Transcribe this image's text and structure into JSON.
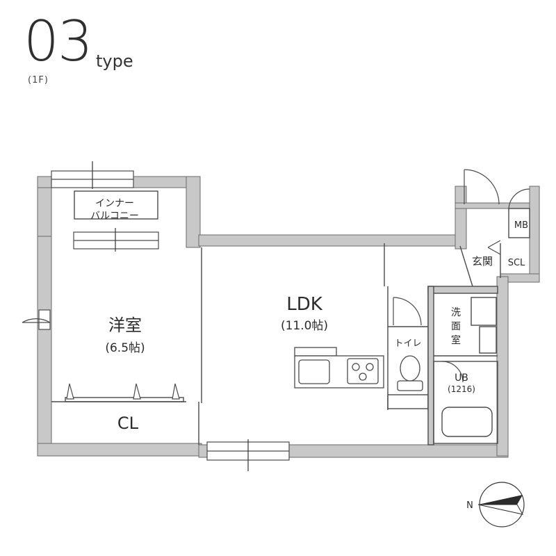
{
  "header": {
    "type_number": "03",
    "type_word": "type",
    "floor": "(1F)"
  },
  "rooms": {
    "inner_balcony_line1": "インナー",
    "inner_balcony_line2": "バルコニー",
    "western_room": "洋室",
    "western_size": "(6.5帖)",
    "closet": "CL",
    "ldk": "LDK",
    "ldk_size": "(11.0帖)",
    "toilet": "トイレ",
    "washroom_1": "洗",
    "washroom_2": "面",
    "washroom_3": "室",
    "unit_bath": "UB",
    "unit_bath_size": "(1216)",
    "entrance": "玄関",
    "shoe_closet": "SCL",
    "meter_box": "MB"
  },
  "compass": {
    "north_label": "N"
  },
  "colors": {
    "wall": "#c8c8c8",
    "line": "#4a4a4a",
    "text": "#2b2b2b"
  }
}
